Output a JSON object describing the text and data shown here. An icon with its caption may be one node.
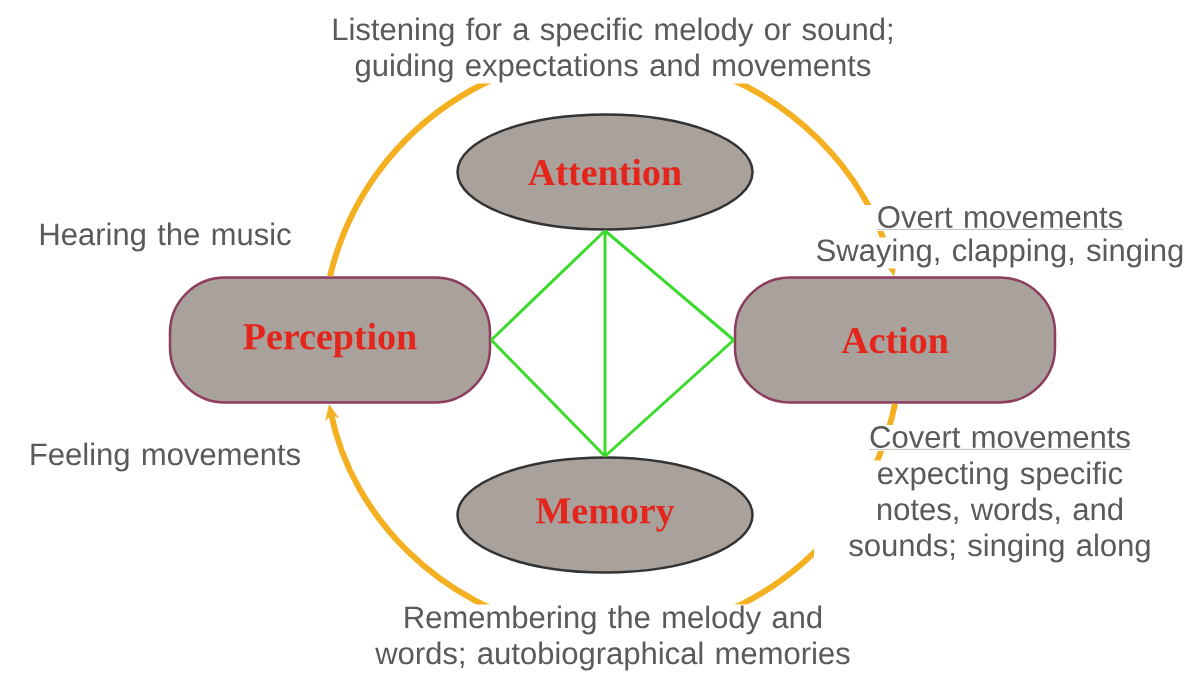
{
  "diagram": {
    "nodes": [
      {
        "text": [
          "Attention"
        ],
        "beside": [
          "Listening for a specific melody or sound; guiding expectations and movements"
        ]
      },
      {
        "text": [
          "Perception"
        ],
        "beside": [
          "Hearing the music",
          "Feeling movements"
        ]
      },
      {
        "text": [
          "Action"
        ],
        "beside": [
          "Overt movements",
          "Swaying, clapping, singing",
          "Covert movements",
          "expecting specific notes, words, and sounds; singing along"
        ]
      },
      {
        "text": [
          "Memory"
        ],
        "beside": [
          "Remembering the melody and words; autobiographical memories"
        ]
      }
    ],
    "edges": [
      {
        "from": 1,
        "to": 2,
        "arrow": "to",
        "style": "thick",
        "color": "#f5b021"
      },
      {
        "from": 2,
        "to": 1,
        "arrow": "to",
        "style": "thick",
        "color": "#f5b021"
      },
      {
        "from": 0,
        "to": 1,
        "arrow": "none"
      },
      {
        "from": 0,
        "to": 2,
        "arrow": "none"
      },
      {
        "from": 0,
        "to": 3,
        "arrow": "none"
      },
      {
        "from": 3,
        "to": 1,
        "arrow": "none"
      },
      {
        "from": 3,
        "to": 2,
        "arrow": "none"
      }
    ]
  }
}
